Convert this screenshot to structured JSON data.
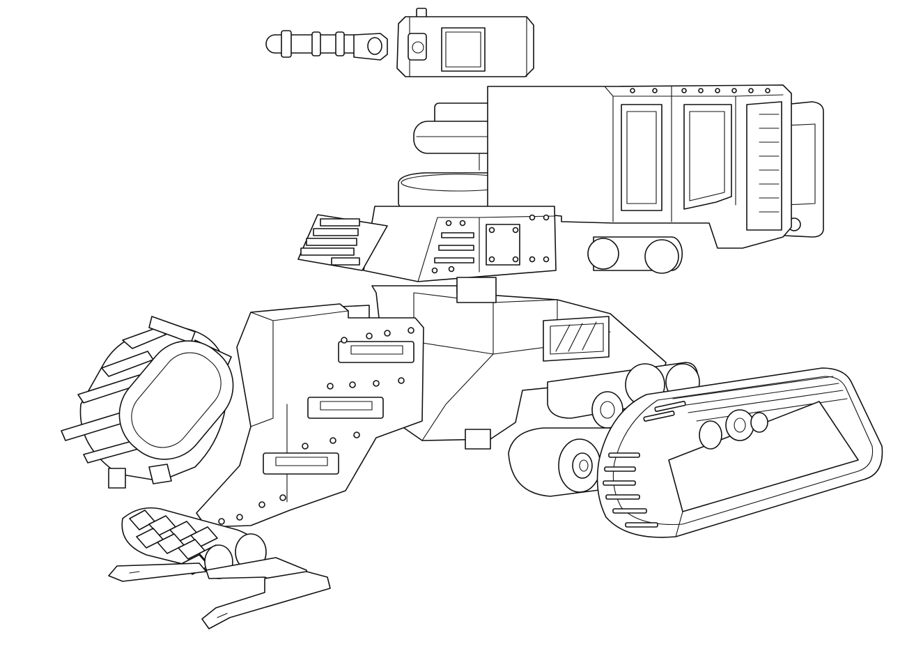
{
  "figure": {
    "background_color": "#ffffff",
    "line_color": "#111111",
    "style": "exploded line-art illustration",
    "parts": [
      "cannon-barrel",
      "turret-head",
      "turret-ring",
      "turret-base",
      "front-armor-block",
      "cargo-box",
      "main-chassis",
      "side-armor-plate",
      "paddle-wheel",
      "front-spiked-roller",
      "front-skid-plate",
      "rear-wheels",
      "rear-track"
    ]
  }
}
